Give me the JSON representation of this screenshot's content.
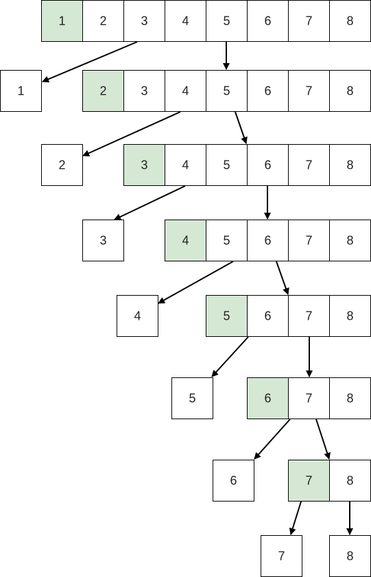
{
  "colors": {
    "highlight_fill": "#d5e8d4",
    "cell_fill": "#ffffff",
    "border": "#000000",
    "arrow": "#000000",
    "text": "#222222"
  },
  "rows": [
    {
      "cells": [
        "1",
        "2",
        "3",
        "4",
        "5",
        "6",
        "7",
        "8"
      ],
      "highlight_index": 0
    },
    {
      "cells": [
        "2",
        "3",
        "4",
        "5",
        "6",
        "7",
        "8"
      ],
      "highlight_index": 0
    },
    {
      "cells": [
        "3",
        "4",
        "5",
        "6",
        "7",
        "8"
      ],
      "highlight_index": 0
    },
    {
      "cells": [
        "4",
        "5",
        "6",
        "7",
        "8"
      ],
      "highlight_index": 0
    },
    {
      "cells": [
        "5",
        "6",
        "7",
        "8"
      ],
      "highlight_index": 0
    },
    {
      "cells": [
        "6",
        "7",
        "8"
      ],
      "highlight_index": 0
    },
    {
      "cells": [
        "7",
        "8"
      ],
      "highlight_index": 0
    }
  ],
  "extracted": [
    "1",
    "2",
    "3",
    "4",
    "5",
    "6",
    "7",
    "8"
  ]
}
